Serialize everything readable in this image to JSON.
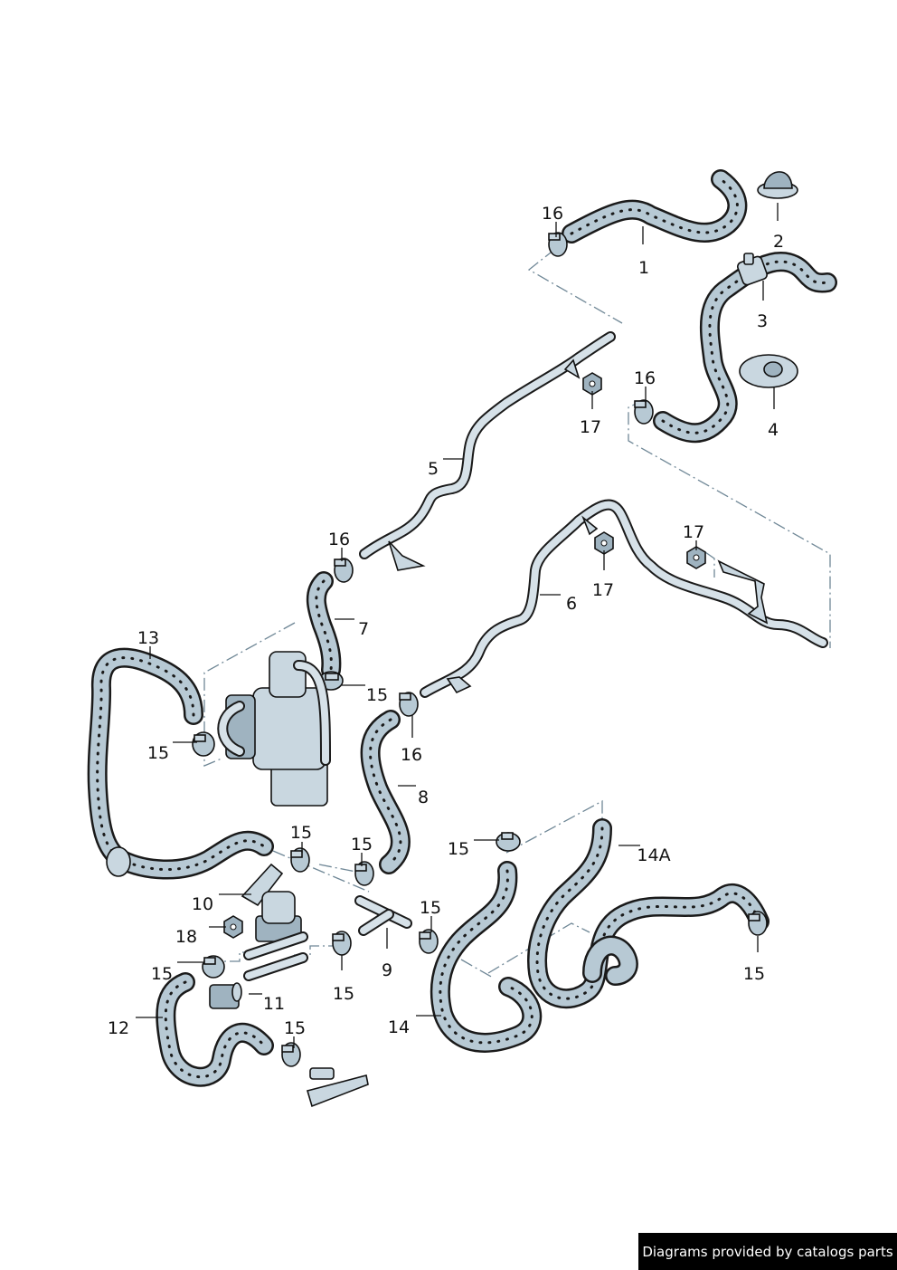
{
  "callouts": {
    "c1": "1",
    "c2": "2",
    "c3": "3",
    "c4": "4",
    "c5": "5",
    "c6": "6",
    "c7": "7",
    "c8": "8",
    "c9": "9",
    "c10": "10",
    "c11": "11",
    "c12": "12",
    "c13": "13",
    "c14": "14",
    "c14a": "14A",
    "c15": "15",
    "c16": "16",
    "c17": "17",
    "c18": "18"
  },
  "banner": {
    "text": "Diagrams provided by catalogs parts"
  },
  "colors": {
    "hose_fill": "#b7c9d4",
    "outline": "#1a1a1a",
    "dash_line": "#6f8796",
    "banner_bg": "#000000"
  },
  "icons": {
    "part_clip": "hose-clamp-icon",
    "part_grommet": "grommet-icon",
    "part_nut": "nut-icon"
  }
}
